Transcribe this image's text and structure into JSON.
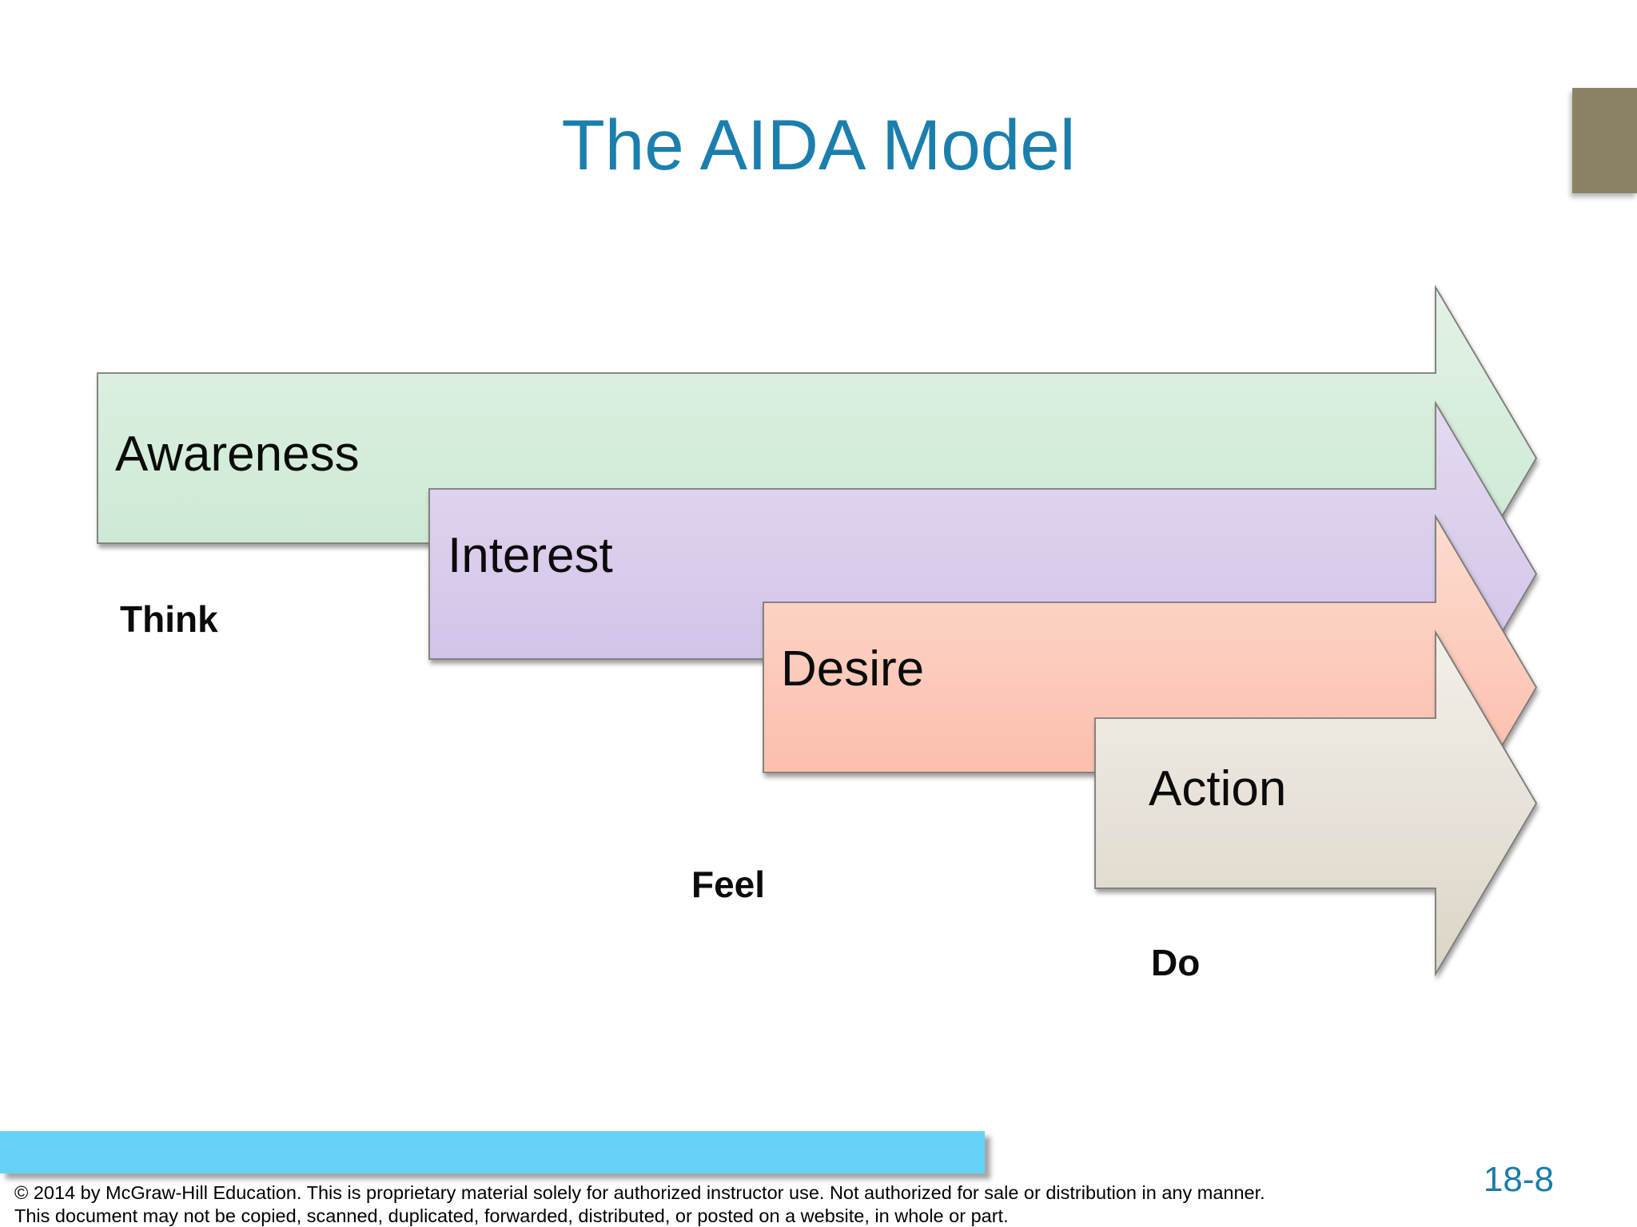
{
  "header": {
    "title": "The AIDA Model",
    "title_color": "#1b7fad"
  },
  "arrows": [
    {
      "label": "Awareness",
      "fill_top": "#e3f2e6",
      "fill_bottom": "#c6e7ce"
    },
    {
      "label": "Interest",
      "fill_top": "#e4daf1",
      "fill_bottom": "#cdbde6"
    },
    {
      "label": "Desire",
      "fill_top": "#fcdccf",
      "fill_bottom": "#fbb5a2"
    },
    {
      "label": "Action",
      "fill_top": "#f3f0ea",
      "fill_bottom": "#dcd5c7"
    }
  ],
  "stages": [
    {
      "label": "Think"
    },
    {
      "label": "Feel"
    },
    {
      "label": "Do"
    }
  ],
  "accent": {
    "corner_color": "#8c8366",
    "bar_color": "#66d2f8",
    "outline_color": "#7a7a78"
  },
  "footer": {
    "page_number": "18-8",
    "page_number_color": "#1a7cab",
    "copyright_line1": "© 2014 by McGraw-Hill Education.  This is proprietary material solely for authorized instructor use. Not authorized for sale or distribution in any manner.",
    "copyright_line2": "This document may not be copied, scanned, duplicated, forwarded, distributed, or posted on a website, in whole or part."
  }
}
